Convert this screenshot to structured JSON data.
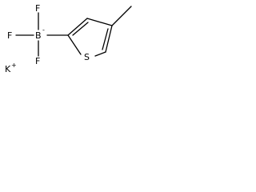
{
  "molecule": {
    "counterion": {
      "symbol": "K",
      "charge": "+"
    },
    "boron": {
      "symbol": "B",
      "charge": "-"
    },
    "fluorines": [
      "F",
      "F",
      "F"
    ],
    "ring_heteroatom": "S"
  }
}
